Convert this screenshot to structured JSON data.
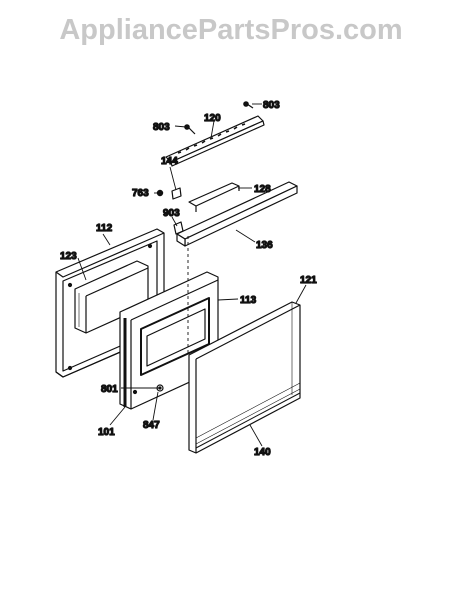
{
  "watermark": "AppliancePartsPros.com",
  "part_labels": {
    "p803a": "803",
    "p120": "120",
    "p803b": "803",
    "p144": "144",
    "p763": "763",
    "p128": "128",
    "p903": "903",
    "p136": "136",
    "p112": "112",
    "p123": "123",
    "p121": "121",
    "p113": "113",
    "p801": "801",
    "p101": "101",
    "p847": "847",
    "p140": "140"
  }
}
